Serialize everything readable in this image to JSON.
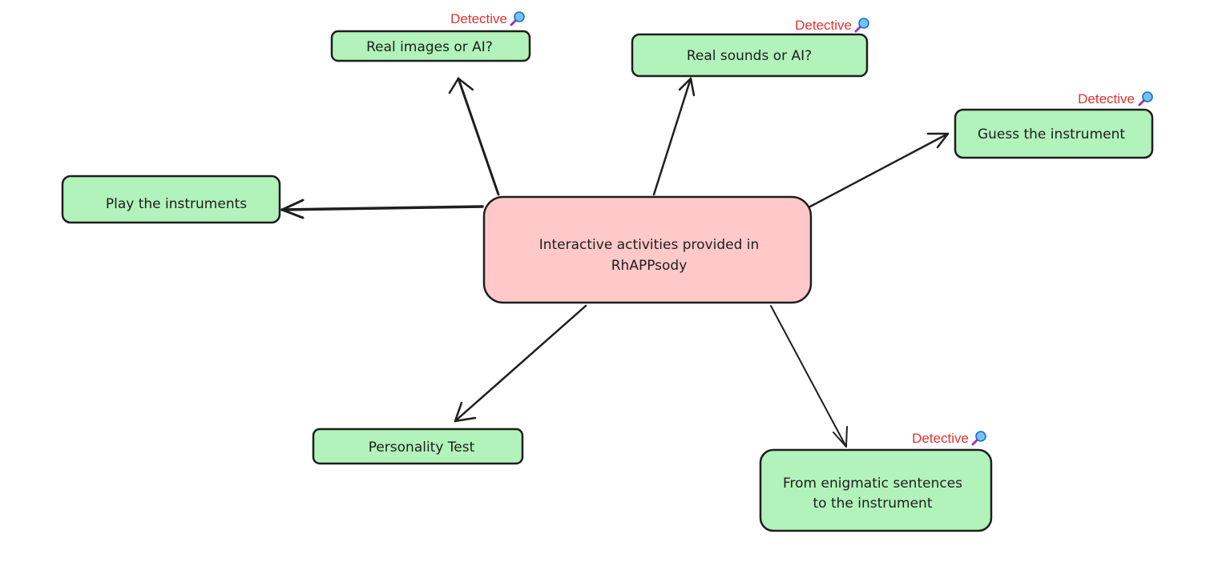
{
  "colors": {
    "center_fill": "#ffc9c9",
    "node_fill": "#b2f2bb",
    "stroke": "#1e1e1e",
    "badge_text": "#e03131"
  },
  "center": {
    "line1": "Interactive activities provided in",
    "line2": "RhAPPsody"
  },
  "nodes": {
    "real_images": {
      "label": "Real images or AI?",
      "badge": "Detective"
    },
    "real_sounds": {
      "label": "Real sounds or AI?",
      "badge": "Detective"
    },
    "guess_instrument": {
      "label": "Guess the instrument",
      "badge": "Detective"
    },
    "play_instruments": {
      "label": "Play the instruments"
    },
    "personality_test": {
      "label": "Personality Test"
    },
    "enigmatic": {
      "line1": "From enigmatic sentences",
      "line2": "to the instrument",
      "badge": "Detective"
    }
  },
  "icons": {
    "badge_icon": "magnifying-glass-icon"
  }
}
